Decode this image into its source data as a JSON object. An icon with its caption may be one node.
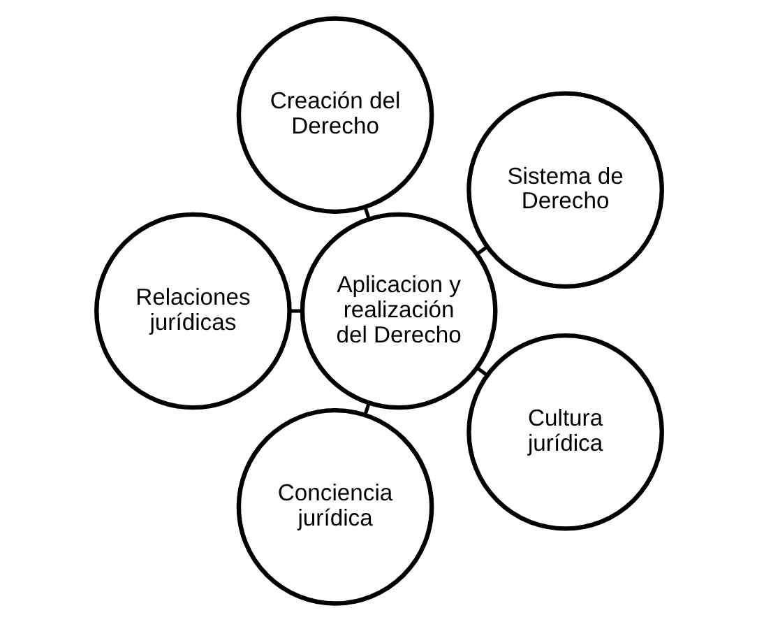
{
  "diagram": {
    "nodes": [
      {
        "text": [
          "Sistema de Derecho"
        ]
      },
      {
        "text": [
          "Creación del Derecho"
        ]
      },
      {
        "text": [
          "Aplicacion y realización del Derecho"
        ]
      },
      {
        "text": [
          "Relaciones jurídicas"
        ]
      },
      {
        "text": [
          "Conciencia jurídica"
        ]
      },
      {
        "text": [
          "Cultura jurídica"
        ]
      }
    ],
    "edges": [
      {
        "from": 2,
        "to": 0,
        "arrow": "none"
      },
      {
        "from": 2,
        "to": 3,
        "arrow": "none"
      },
      {
        "from": 2,
        "to": 5,
        "arrow": "none"
      },
      {
        "from": 2,
        "to": 4,
        "arrow": "none"
      },
      {
        "from": 2,
        "to": 1,
        "arrow": "none"
      }
    ]
  }
}
